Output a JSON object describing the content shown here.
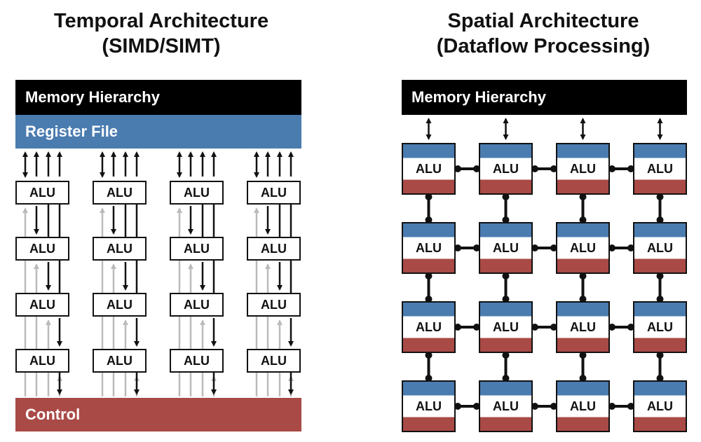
{
  "left": {
    "title_line1": "Temporal Architecture",
    "title_line2": "(SIMD/SIMT)",
    "memory_label": "Memory Hierarchy",
    "register_label": "Register File",
    "control_label": "Control",
    "alu_label": "ALU",
    "colors": {
      "memory": "#000000",
      "register": "#4a7cb0",
      "control": "#a94a46",
      "inactive_wire": "#bbbbbb"
    }
  },
  "right": {
    "title_line1": "Spatial Architecture",
    "title_line2": "(Dataflow Processing)",
    "memory_label": "Memory Hierarchy",
    "alu_label": "ALU",
    "colors": {
      "pe_top": "#4a7cb0",
      "pe_bottom": "#a94a46"
    }
  }
}
